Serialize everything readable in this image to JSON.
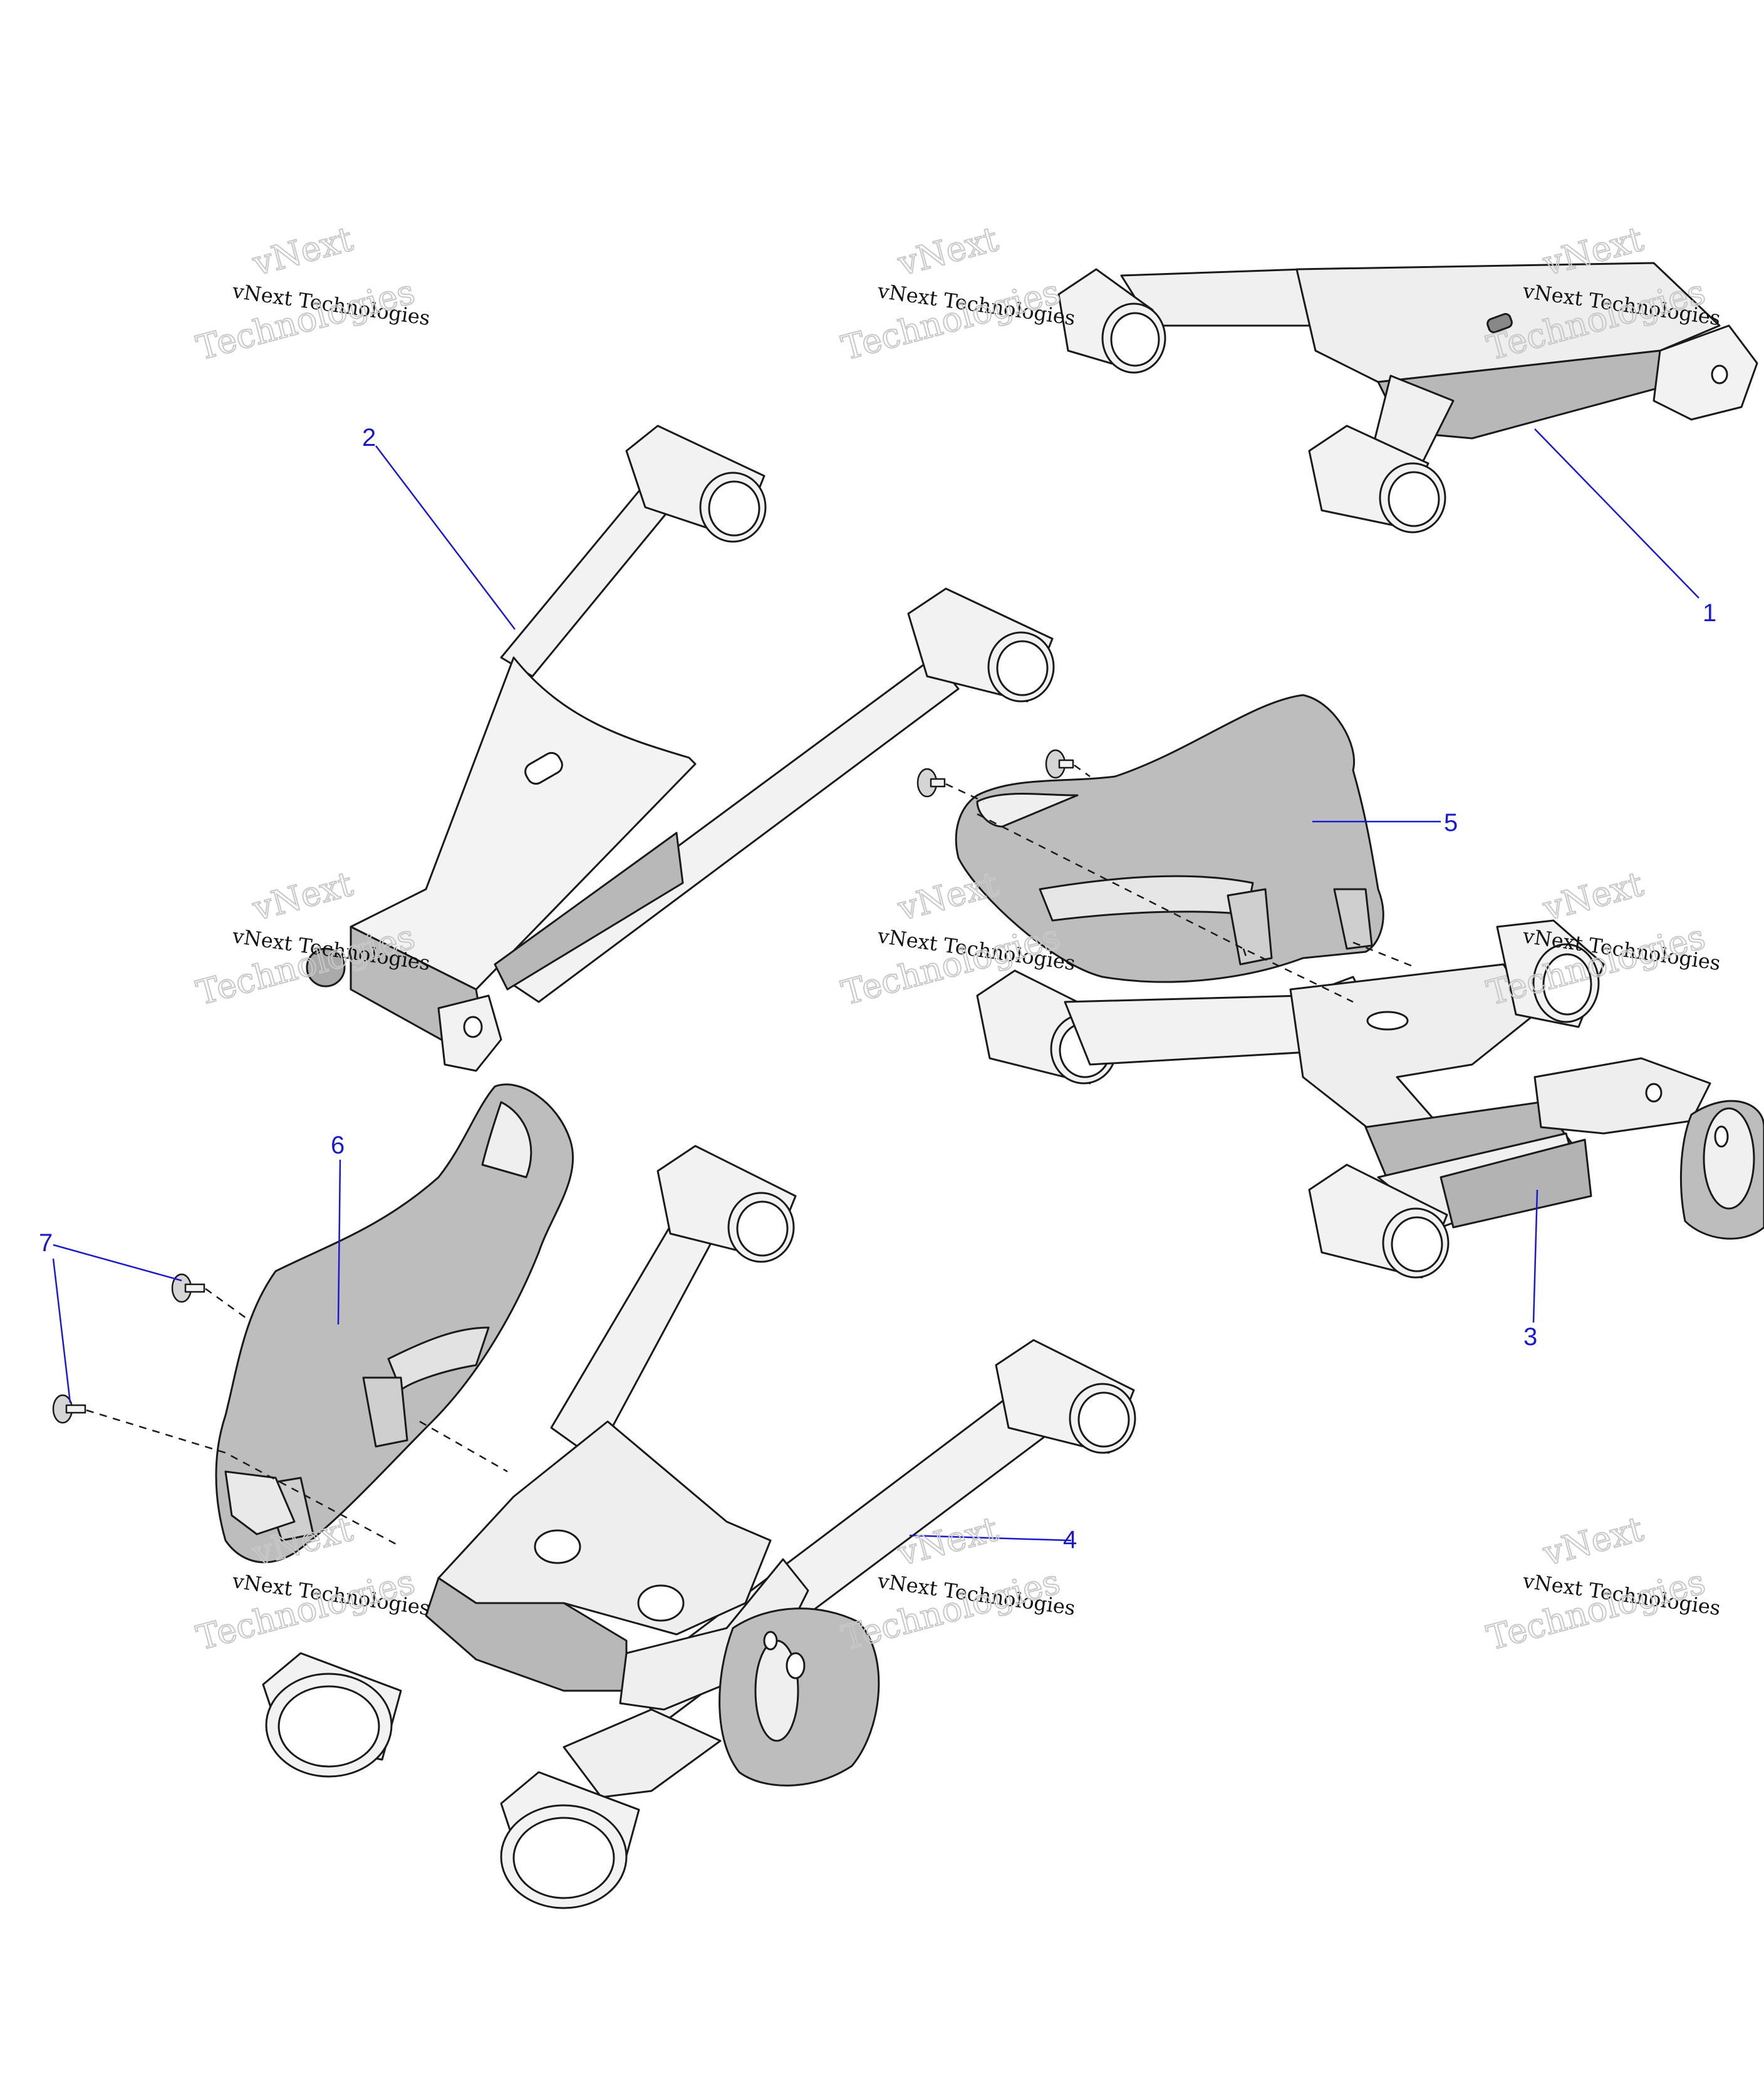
{
  "watermark": {
    "line1": "vNext",
    "line2": "vNext Technologies",
    "line3": "Technologies"
  },
  "callouts": {
    "c1": "1",
    "c2": "2",
    "c3": "3",
    "c4": "4",
    "c5": "5",
    "c6": "6",
    "c7": "7"
  },
  "colors": {
    "callout": "#1a1acc",
    "part_fill": "#f2f2f2",
    "part_shade": "#b3b3b3",
    "guard_fill": "#bdbdbd",
    "outline": "#1a1a1a",
    "watermark": "#c8c8c8"
  }
}
